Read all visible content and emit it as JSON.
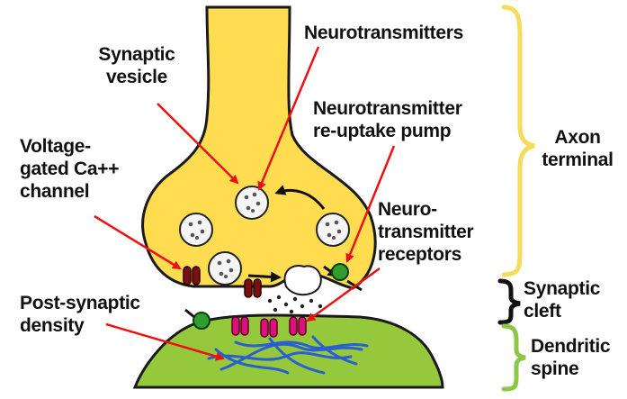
{
  "labels": {
    "synaptic_vesicle": [
      "Synaptic",
      "vesicle"
    ],
    "neurotransmitters": "Neurotransmitters",
    "reuptake_pump": [
      "Neurotransmitter",
      "re-uptake pump"
    ],
    "axon_terminal": [
      "Axon",
      "terminal"
    ],
    "vgcc": [
      "Voltage-",
      "gated Ca++",
      "channel"
    ],
    "nt_receptors": [
      "Neuro-",
      "transmitter",
      "receptors"
    ],
    "synaptic_cleft": [
      "Synaptic",
      "cleft"
    ],
    "postsynaptic_density": [
      "Post-synaptic",
      "density"
    ],
    "dendritic_spine": [
      "Dendritic",
      "spine"
    ]
  },
  "colors": {
    "axon": "#ffdc50",
    "axon_outline": "#1a1a1a",
    "spine": "#96c83c",
    "vesicle": "#f5f5f5",
    "arrow": "#ee1111",
    "channel": "#7a1010",
    "receptor": "#e0107a",
    "pump": "#2f9e2f",
    "psd": "#2a5fd0",
    "bracket_axon": "#f5dc5a",
    "bracket_cleft": "#111111",
    "bracket_spine": "#8cc846"
  }
}
